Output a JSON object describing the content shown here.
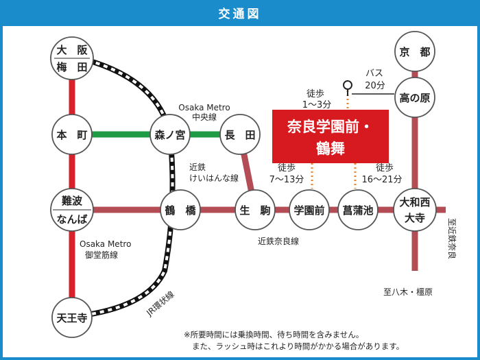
{
  "title": "交通図",
  "colors": {
    "frame": "#1a8ccc",
    "jr_loop": "#111111",
    "red_line": "#d7212b",
    "green_line": "#1f9b46",
    "kintetsu": "#b34c55",
    "walk_dots": "#e8822b",
    "destination": "#d71920"
  },
  "destination": {
    "line1": "奈良学園前・",
    "line2": "鶴舞"
  },
  "stations": {
    "osaka": {
      "line1": "大　阪",
      "line2": "梅　田"
    },
    "honmachi": "本　町",
    "morinomiya": "森ノ宮",
    "nagata": "長　田",
    "namba": {
      "line1": "難波",
      "line2": "なんば"
    },
    "tsuruhashi": "鶴　橋",
    "ikoma": "生　駒",
    "gakuenmae": "学園前",
    "ayameike": "菖蒲池",
    "yamatosaidaiji": {
      "line1": "大和西",
      "line2": "大寺"
    },
    "tennoji": "天王寺",
    "kyoto": "京　都",
    "takanohara": "高の原"
  },
  "labels": {
    "chuo_line": {
      "line1": "Osaka Metro",
      "line2": "中央線"
    },
    "keihanna": {
      "line1": "近鉄",
      "line2": "けいはんな線"
    },
    "midosuji": {
      "line1": "Osaka Metro",
      "line2": "御堂筋線"
    },
    "nara_line": "近鉄奈良線",
    "jr_loop": "JR環状線",
    "to_yagi": "至八木・橿原",
    "to_nara": "至近鉄奈良"
  },
  "walks": {
    "top": {
      "line1": "徒歩",
      "line2": "1〜3分"
    },
    "left": {
      "line1": "徒歩",
      "line2": "7〜13分"
    },
    "right": {
      "line1": "徒歩",
      "line2": "16〜21分"
    },
    "bus": {
      "line1": "バス",
      "line2": "20分"
    }
  },
  "notes": {
    "line1": "※所要時間には乗換時間、待ち時間を含みません。",
    "line2": "また、ラッシュ時はこれより時間がかかる場合があります。"
  }
}
